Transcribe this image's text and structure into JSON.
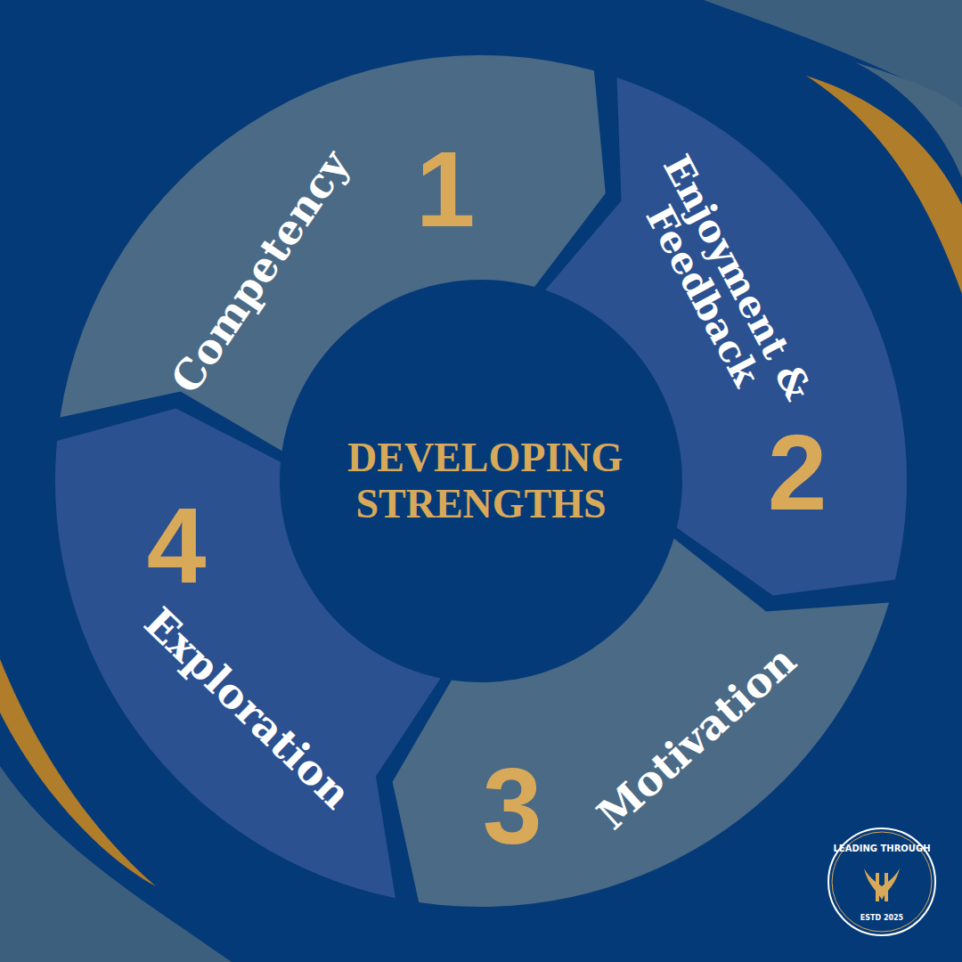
{
  "diagram": {
    "nodes": [
      {
        "text": [
          "Competency",
          "1"
        ]
      },
      {
        "text": [
          "Enjoyment & Feedback",
          "2"
        ]
      },
      {
        "text": [
          "Motivation",
          "3"
        ]
      },
      {
        "text": [
          "Exploration",
          "4"
        ]
      },
      {
        "text": [
          "DEVELOPING STRENGTHS"
        ]
      }
    ],
    "labels": [
      "LEADING THROUGH",
      "ESTD 2025"
    ]
  }
}
